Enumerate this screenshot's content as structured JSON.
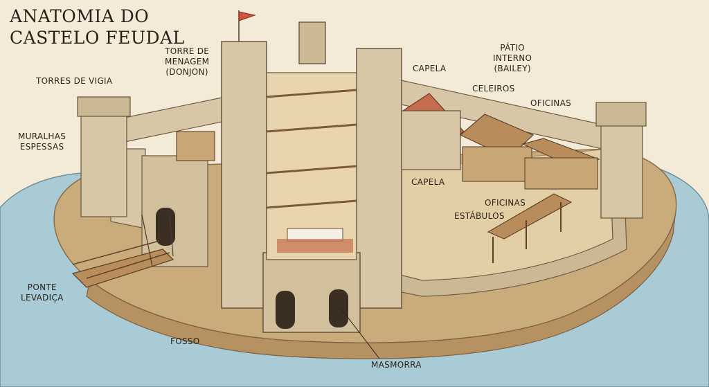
{
  "title_lines": [
    "ANATOMIA DO",
    "CASTELO FEUDAL"
  ],
  "labels": {
    "torres_de_vigia": "TORRES DE VIGIA",
    "torre_de_menagem": [
      "TORRE DE",
      "MENAGEM",
      "(DONJON)"
    ],
    "muralhas_espessas": [
      "MURALHAS",
      "ESPESSAS"
    ],
    "ponte_levadica": [
      "PONTE",
      "LEVADIÇA"
    ],
    "fosso": "FOSSO",
    "masmorra": "MASMORRA",
    "capela_top": "CAPELA",
    "patio_interno": [
      "PÁTIO",
      "INTERNO",
      "(BAILEY)"
    ],
    "celeiros": "CELEIROS",
    "oficinas_top": "OFICINAS",
    "capela_inner": "CAPELA",
    "oficinas_inner": "OFICINAS",
    "estabulos": "ESTÁBULOS"
  },
  "colors": {
    "background": "#f3ead8",
    "water": "#a9cbd6",
    "earth": "#c9ab7c",
    "stone": "#d8c7a6",
    "stone_dark": "#b39f7c",
    "wood": "#b98c5b",
    "roof": "#c56d4f",
    "ink": "#2c2218",
    "flag": "#d0533f"
  }
}
